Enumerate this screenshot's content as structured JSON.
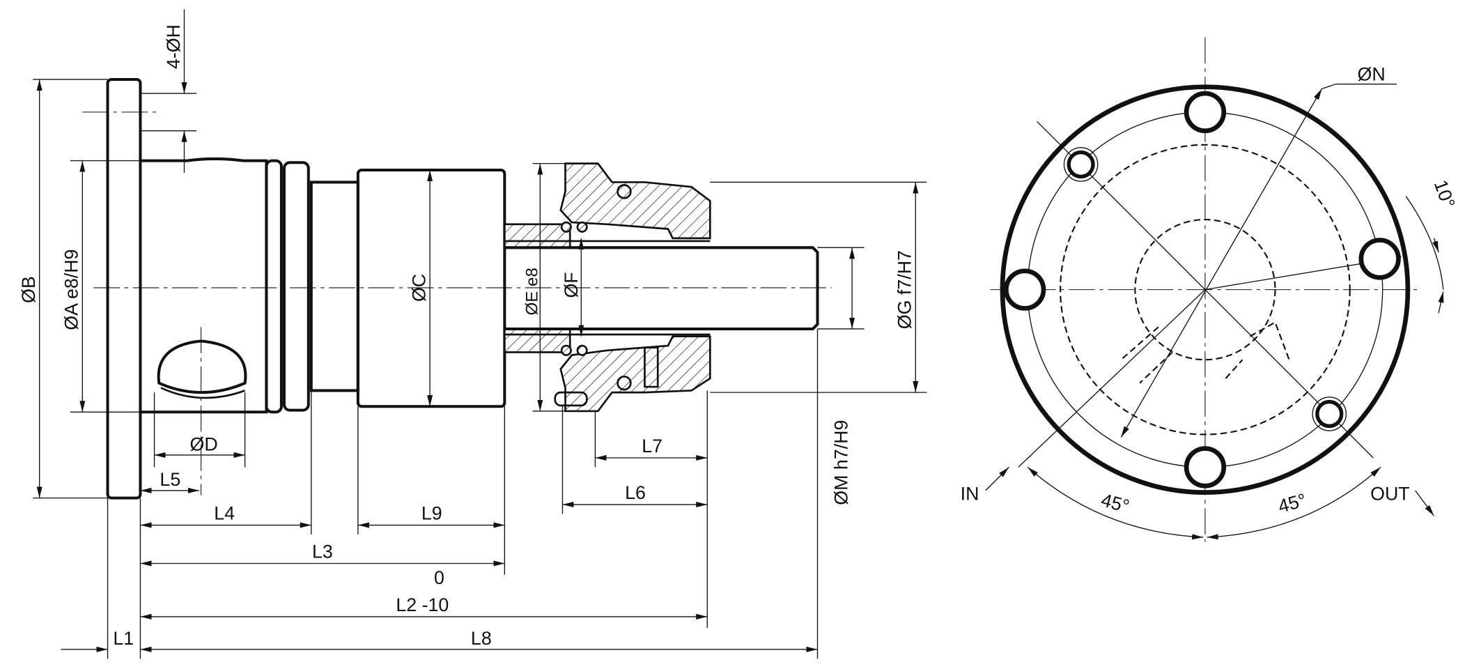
{
  "drawing": {
    "side_view": {
      "dims": {
        "B": "ØB",
        "A": "ØA  e8/H9",
        "H": "4-ØH",
        "C": "ØC",
        "E": "ØE e8",
        "F": "ØF",
        "G": "ØG  f7/H7",
        "M": "ØM h7/H9",
        "D": "ØD",
        "L1": "L1",
        "L2": "L2 -10",
        "L3": "L3",
        "L3_tol": "0",
        "L4": "L4",
        "L5": "L5",
        "L6": "L6",
        "L7": "L7",
        "L8": "L8",
        "L9": "L9"
      }
    },
    "end_view": {
      "N": "ØN",
      "angle_10": "10°",
      "angle_in": "45°",
      "angle_out": "45°",
      "in_label": "IN",
      "out_label": "OUT"
    }
  }
}
